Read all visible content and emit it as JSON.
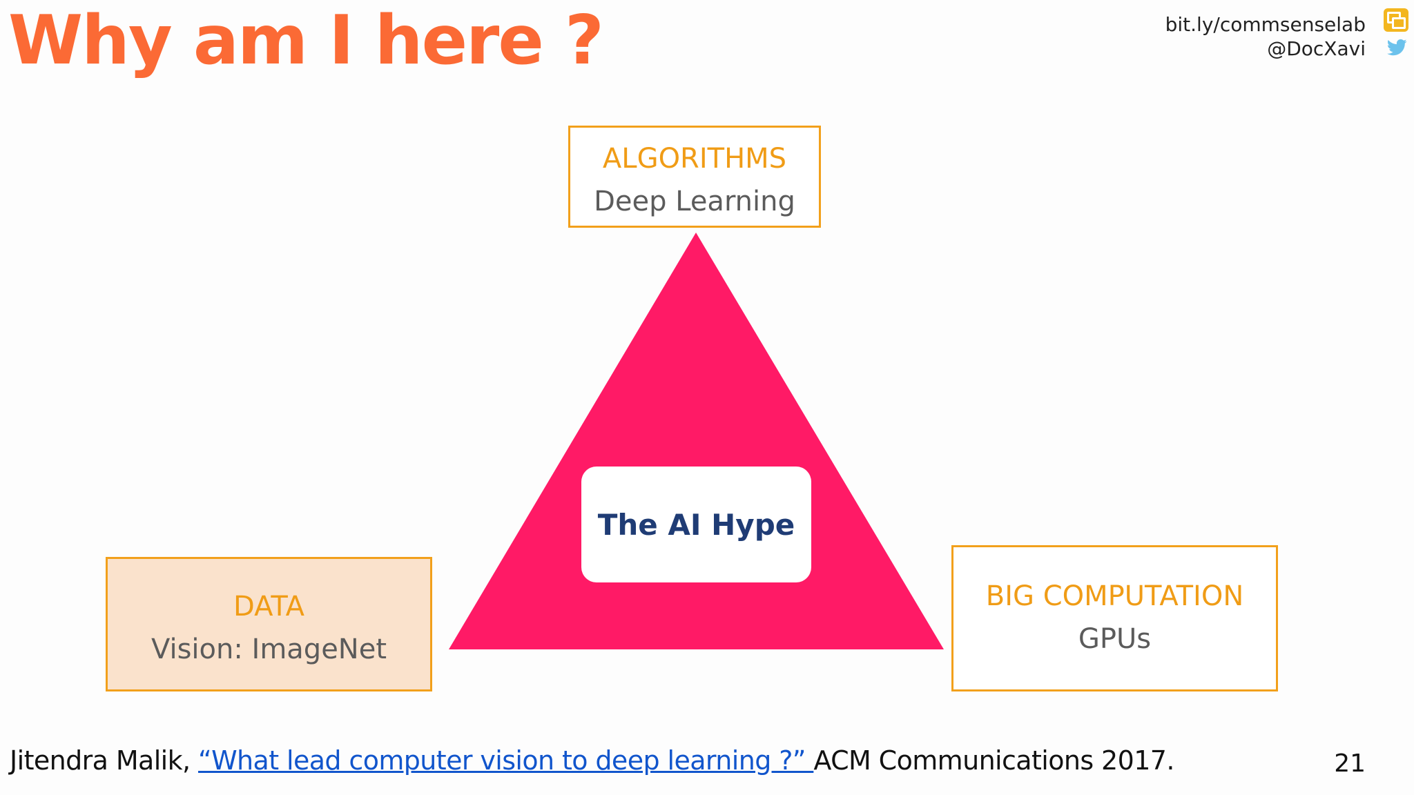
{
  "slide": {
    "title": "Why am I here ?",
    "page_number": "21"
  },
  "social": {
    "link": "bit.ly/commsenselab",
    "handle": "@DocXavi",
    "icons": [
      "google-slides-icon",
      "twitter-bird-icon"
    ]
  },
  "diagram": {
    "center_label": "The AI Hype",
    "triangle_color": "#ff1a66",
    "nodes": {
      "algorithms": {
        "heading": "ALGORITHMS",
        "detail": "Deep Learning"
      },
      "data": {
        "heading": "DATA",
        "detail": "Vision: ImageNet"
      },
      "computation": {
        "heading": "BIG COMPUTATION",
        "detail": "GPUs"
      }
    }
  },
  "citation": {
    "author": "Jitendra Malik, ",
    "link_text": "“What lead computer vision to deep learning ?” ",
    "suffix": "ACM Communications 2017."
  },
  "colors": {
    "title": "#fb6a35",
    "box_border": "#f2a01b",
    "box_heading": "#f09c16",
    "center_text": "#1f3c75",
    "link": "#1155cc"
  }
}
